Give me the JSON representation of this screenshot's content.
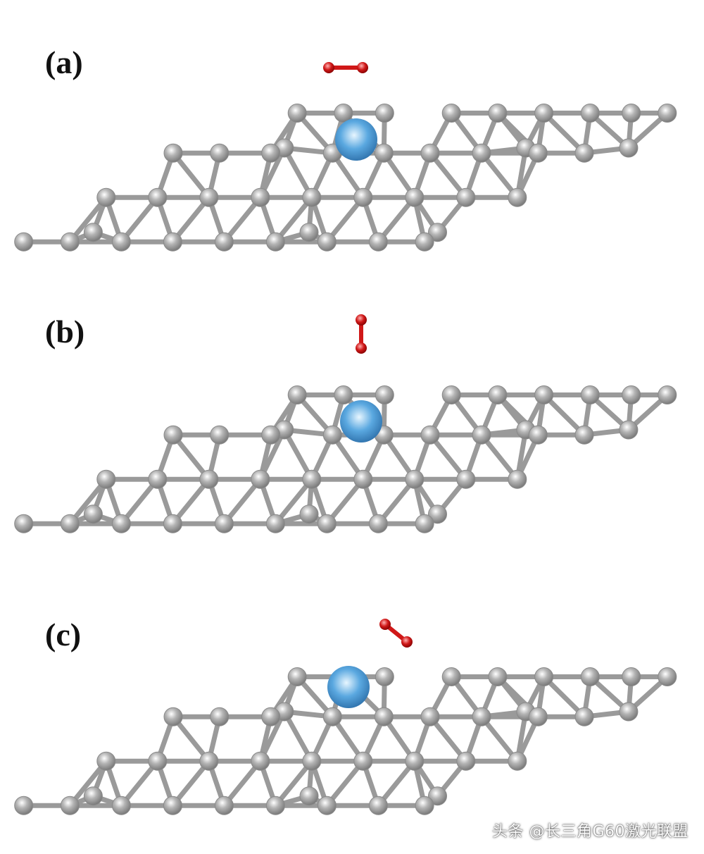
{
  "panels": [
    {
      "label": "(a)",
      "o2_orientation": "horizontal"
    },
    {
      "label": "(b)",
      "o2_orientation": "vertical"
    },
    {
      "label": "(c)",
      "o2_orientation": "tilted"
    }
  ],
  "watermark": "头条 @长三角G60激光联盟",
  "colors": {
    "carbon_atom": "#b4b4b4",
    "bond": "#9a9a9a",
    "metal_atom": "#5aa8e0",
    "oxygen_atom": "#d01818",
    "label_text": "#111111",
    "background": "#ffffff"
  },
  "icons": {
    "carbon": "grey-sphere",
    "metal": "blue-sphere",
    "oxygen_molecule": "red-dumbbell"
  }
}
